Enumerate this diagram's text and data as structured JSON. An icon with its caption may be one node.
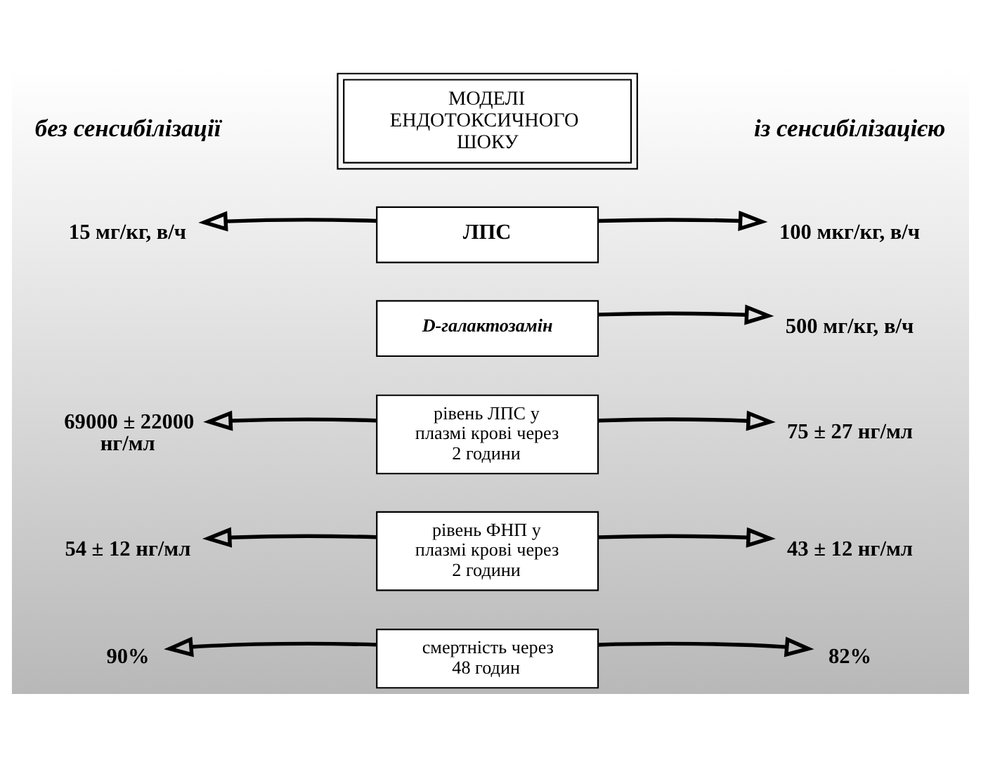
{
  "diagram": {
    "nodes": [
      {
        "text": [
          "МОДЕЛІ ЕНДОТОКСИЧНОГО ШОКУ"
        ]
      },
      {
        "text": [
          "ЛПС"
        ]
      },
      {
        "text": [
          "D-галактозамін"
        ]
      },
      {
        "text": [
          "рівень ЛПС у плазмі крові через 2 години"
        ]
      },
      {
        "text": [
          "рівень ФНП у плазмі крові через 2 години"
        ]
      },
      {
        "text": [
          "смертність через 48 годин"
        ]
      },
      {
        "text": [
          "15 мг/кг, в/ч"
        ]
      },
      {
        "text": [
          "100 мкг/кг, в/ч"
        ]
      },
      {
        "text": [
          "500 мг/кг, в/ч"
        ]
      },
      {
        "text": [
          "69000 ± 22000 нг/мл"
        ]
      },
      {
        "text": [
          "75 ± 27 нг/мл"
        ]
      },
      {
        "text": [
          "54 ± 12 нг/мл"
        ]
      },
      {
        "text": [
          "43 ± 12 нг/мл"
        ]
      },
      {
        "text": [
          "90%"
        ]
      },
      {
        "text": [
          "82%"
        ]
      }
    ],
    "edges": [
      {
        "from": 1,
        "to": 6,
        "arrow": "to"
      },
      {
        "from": 1,
        "to": 7,
        "arrow": "to"
      },
      {
        "from": 2,
        "to": 8,
        "arrow": "to"
      },
      {
        "from": 3,
        "to": 9,
        "arrow": "to"
      },
      {
        "from": 3,
        "to": 10,
        "arrow": "to"
      },
      {
        "from": 4,
        "to": 11,
        "arrow": "to"
      },
      {
        "from": 4,
        "to": 12,
        "arrow": "to"
      },
      {
        "from": 5,
        "to": 13,
        "arrow": "to"
      },
      {
        "from": 5,
        "to": 14,
        "arrow": "to"
      }
    ],
    "labels": [
      "без сенсибілізації",
      "із сенсибілізацією"
    ]
  }
}
